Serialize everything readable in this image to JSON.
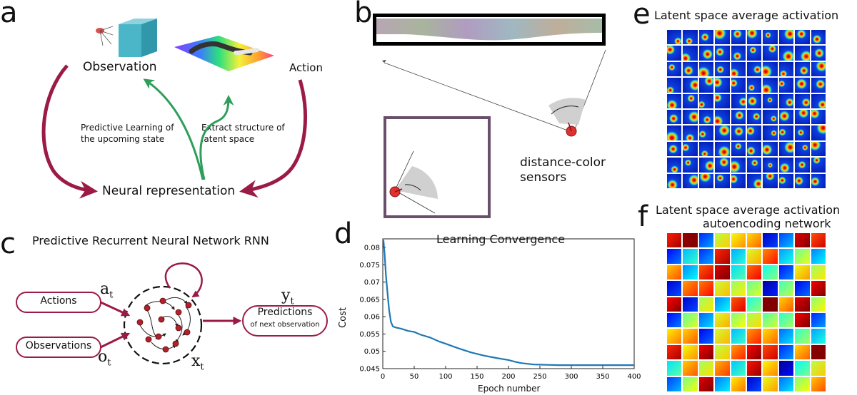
{
  "panels": {
    "a": {
      "letter": "a",
      "observation": "Observation",
      "action": "Action",
      "predictive_learning_1": "Predictive Learning of",
      "predictive_learning_2": "the upcoming state",
      "extract_1": "Extract structure of",
      "extract_2": "latent space",
      "neural_representation": "Neural representation"
    },
    "b": {
      "letter": "b",
      "sensors_1": "distance-color",
      "sensors_2": "sensors"
    },
    "c": {
      "letter": "c",
      "title": "Predictive Recurrent Neural Network RNN",
      "actions": "Actions",
      "observations": "Observations",
      "predictions": "Predictions",
      "predictions_sub": "of next observation",
      "a_t": "a",
      "o_t": "o",
      "x_t": "x",
      "y_t": "y",
      "sub_t": "t"
    },
    "d": {
      "letter": "d"
    },
    "e": {
      "letter": "e",
      "title": "Latent space average activation"
    },
    "f": {
      "letter": "f",
      "title_1": "Latent space average activation",
      "title_2": "autoencoding network"
    }
  },
  "colors": {
    "maroon": "#9b1b44",
    "green": "#2e9e5b",
    "jet_blue": "#1030c8",
    "curve": "#1f77b4"
  },
  "chart_data": {
    "type": "line",
    "title": "Learning Convergence",
    "xlabel": "Epoch number",
    "ylabel": "Cost",
    "xlim": [
      0,
      400
    ],
    "ylim": [
      0.045,
      0.0825
    ],
    "xticks": [
      0,
      50,
      100,
      150,
      200,
      250,
      300,
      350,
      400
    ],
    "yticks": [
      0.045,
      0.05,
      0.055,
      0.06,
      0.065,
      0.07,
      0.075,
      0.08
    ],
    "ytick_labels": [
      "0.045",
      "0.05",
      "0.055",
      "0.06",
      "0.065",
      "0.07",
      "0.075",
      "0.08"
    ],
    "series": [
      {
        "x": [
          1,
          3,
          5,
          8,
          10,
          13,
          16,
          20,
          25,
          30,
          40,
          50,
          60,
          75,
          90,
          100,
          120,
          140,
          160,
          180,
          200,
          210,
          220,
          240,
          260,
          280,
          300,
          350,
          400
        ],
        "values": [
          0.0822,
          0.078,
          0.072,
          0.066,
          0.062,
          0.0585,
          0.0572,
          0.0569,
          0.0567,
          0.0565,
          0.0559,
          0.0556,
          0.0548,
          0.054,
          0.0528,
          0.0522,
          0.0509,
          0.0497,
          0.0488,
          0.0481,
          0.0475,
          0.047,
          0.0466,
          0.0462,
          0.0461,
          0.046,
          0.046,
          0.046,
          0.046
        ]
      }
    ]
  }
}
